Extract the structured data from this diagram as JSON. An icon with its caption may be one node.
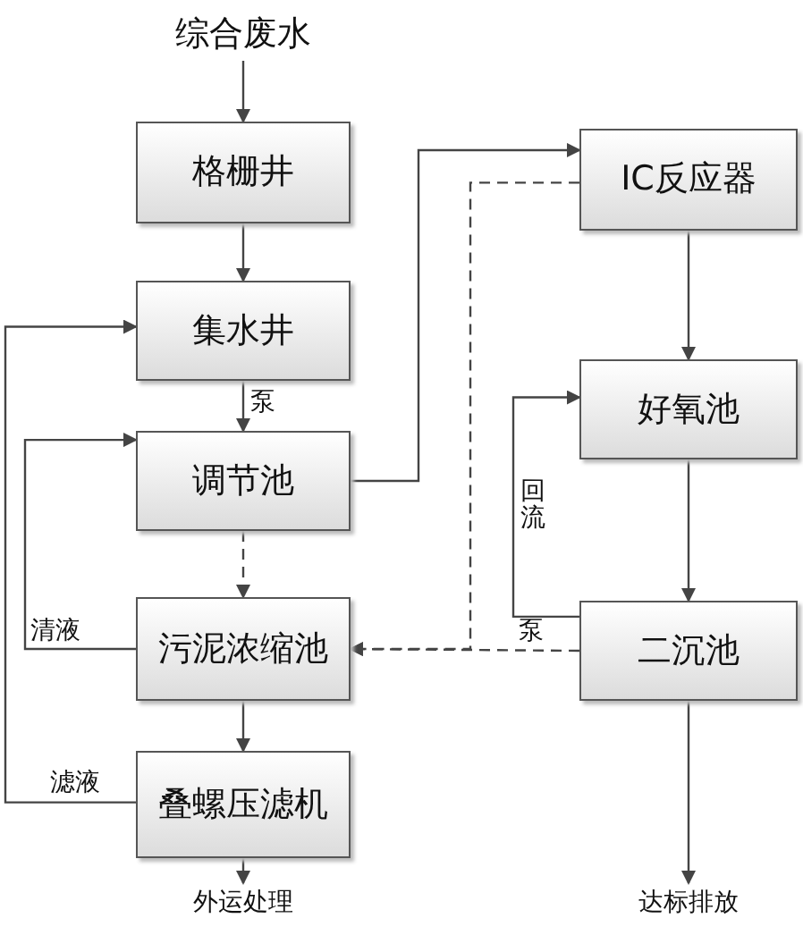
{
  "diagram": {
    "nodes": [
      {
        "text": [
          "综合废水"
        ]
      },
      {
        "text": [
          "格栅井"
        ]
      },
      {
        "text": [
          "集水井"
        ]
      },
      {
        "text": [
          "调节池"
        ]
      },
      {
        "text": [
          "污泥浓缩池"
        ]
      },
      {
        "text": [
          "叠螺压滤机"
        ]
      },
      {
        "text": [
          "外运处理"
        ]
      },
      {
        "text": [
          "IC反应器"
        ]
      },
      {
        "text": [
          "好氧池"
        ]
      },
      {
        "text": [
          "二沉池"
        ]
      },
      {
        "text": [
          "达标排放"
        ]
      }
    ],
    "edges": [
      {
        "from": 0,
        "to": 1,
        "arrow": "to"
      },
      {
        "from": 1,
        "to": 2,
        "arrow": "to"
      },
      {
        "from": 2,
        "to": 3,
        "arrow": "to",
        "label": "泵"
      },
      {
        "from": 3,
        "to": 7,
        "arrow": "to"
      },
      {
        "from": 3,
        "to": 4,
        "arrow": "to",
        "style": "dashed"
      },
      {
        "from": 4,
        "to": 3,
        "arrow": "to",
        "label": "清液"
      },
      {
        "from": 4,
        "to": 5,
        "arrow": "to"
      },
      {
        "from": 5,
        "to": 2,
        "arrow": "to",
        "label": "滤液"
      },
      {
        "from": 5,
        "to": 6,
        "arrow": "to"
      },
      {
        "from": 7,
        "to": 8,
        "arrow": "to"
      },
      {
        "from": 8,
        "to": 9,
        "arrow": "to"
      },
      {
        "from": 9,
        "to": 8,
        "arrow": "to",
        "label": "回流"
      },
      {
        "from": 9,
        "to": 4,
        "arrow": "to",
        "style": "dashed",
        "label": "泵"
      },
      {
        "from": 7,
        "to": 4,
        "arrow": "to",
        "style": "dashed"
      },
      {
        "from": 9,
        "to": 10,
        "arrow": "to"
      }
    ]
  }
}
